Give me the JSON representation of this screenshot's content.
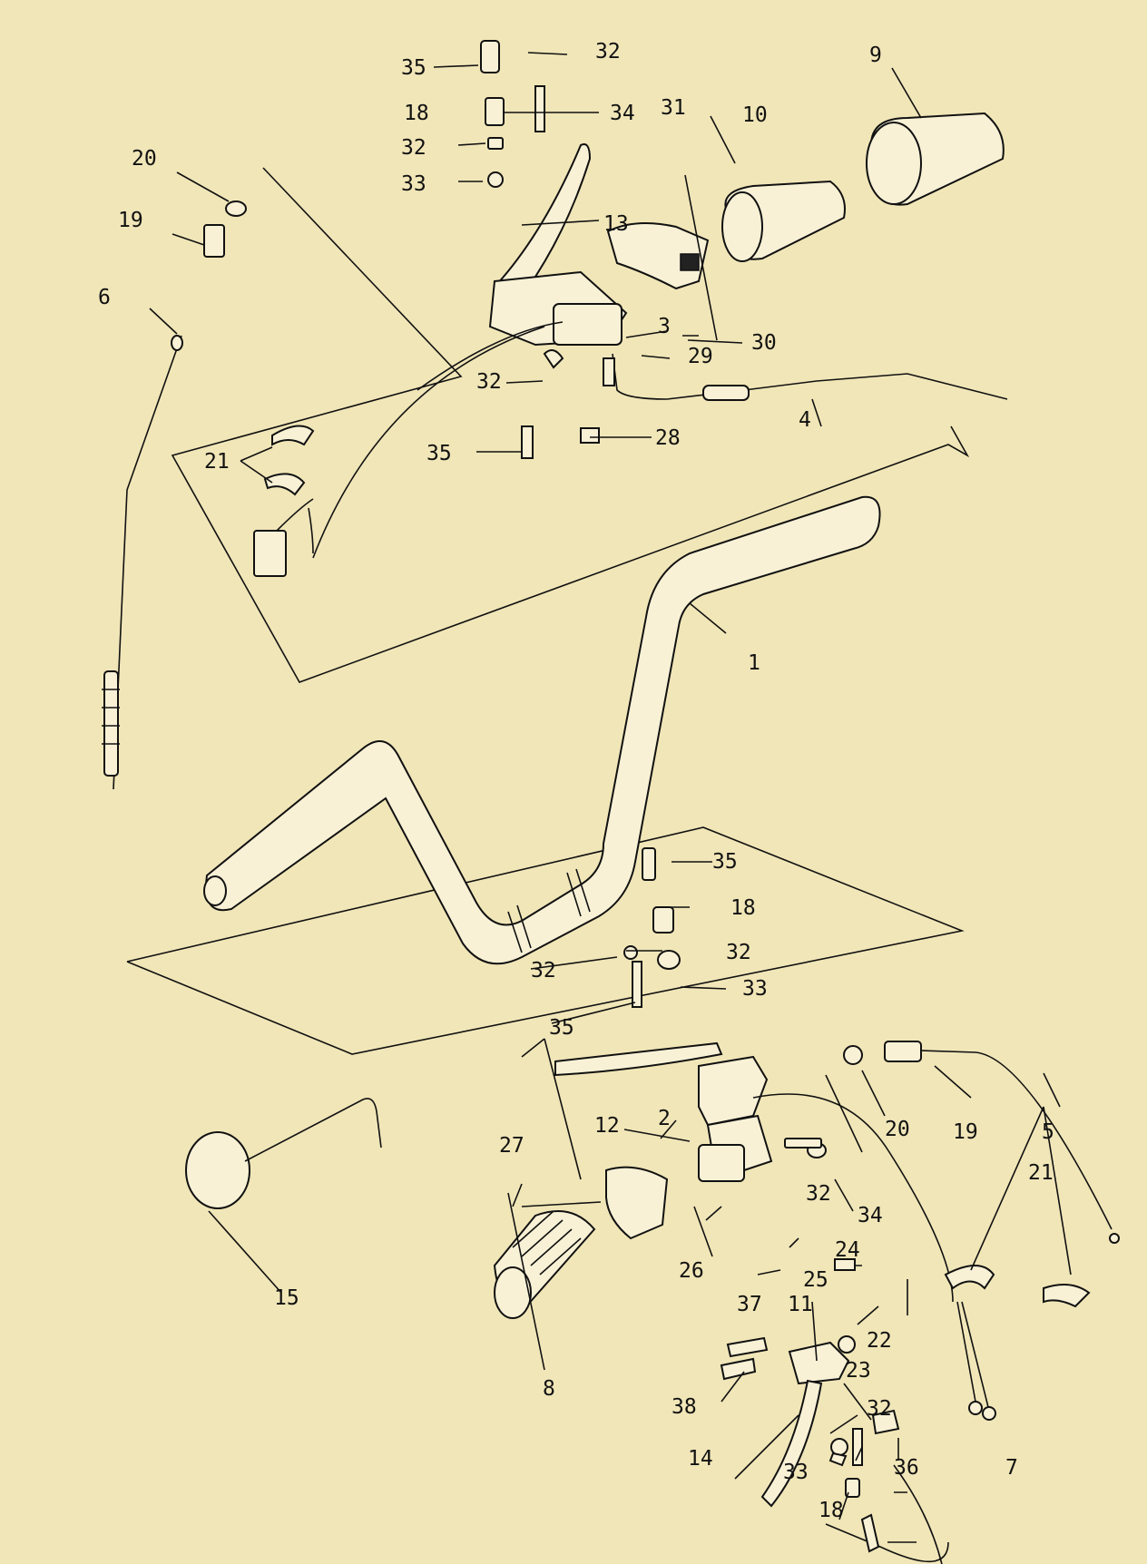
{
  "diagram": {
    "labels": {
      "l35a": "35",
      "l32a": "32",
      "l18a": "18",
      "l34a": "34",
      "l31": "31",
      "l10": "10",
      "l9": "9",
      "l20a": "20",
      "l32b": "32",
      "l33a": "33",
      "l19a": "19",
      "l13": "13",
      "l6": "6",
      "l3": "3",
      "l30": "30",
      "l29": "29",
      "l32c": "32",
      "l4": "4",
      "l35b": "35",
      "l28": "28",
      "l21a": "21",
      "l1": "1",
      "l35c": "35",
      "l18b": "18",
      "l32d": "32",
      "l32e": "32",
      "l33b": "33",
      "l35d": "35",
      "l20b": "20",
      "l19b": "19",
      "l5": "5",
      "l12": "12",
      "l2": "2",
      "l27": "27",
      "l32f": "32",
      "l34b": "34",
      "l21b": "21",
      "l24": "24",
      "l26": "26",
      "l25": "25",
      "l15": "15",
      "l37": "37",
      "l11": "11",
      "l22": "22",
      "l23": "23",
      "l8": "8",
      "l38": "38",
      "l32g": "32",
      "l36": "36",
      "l14": "14",
      "l7": "7",
      "l33c": "33",
      "l18c": "18"
    }
  }
}
